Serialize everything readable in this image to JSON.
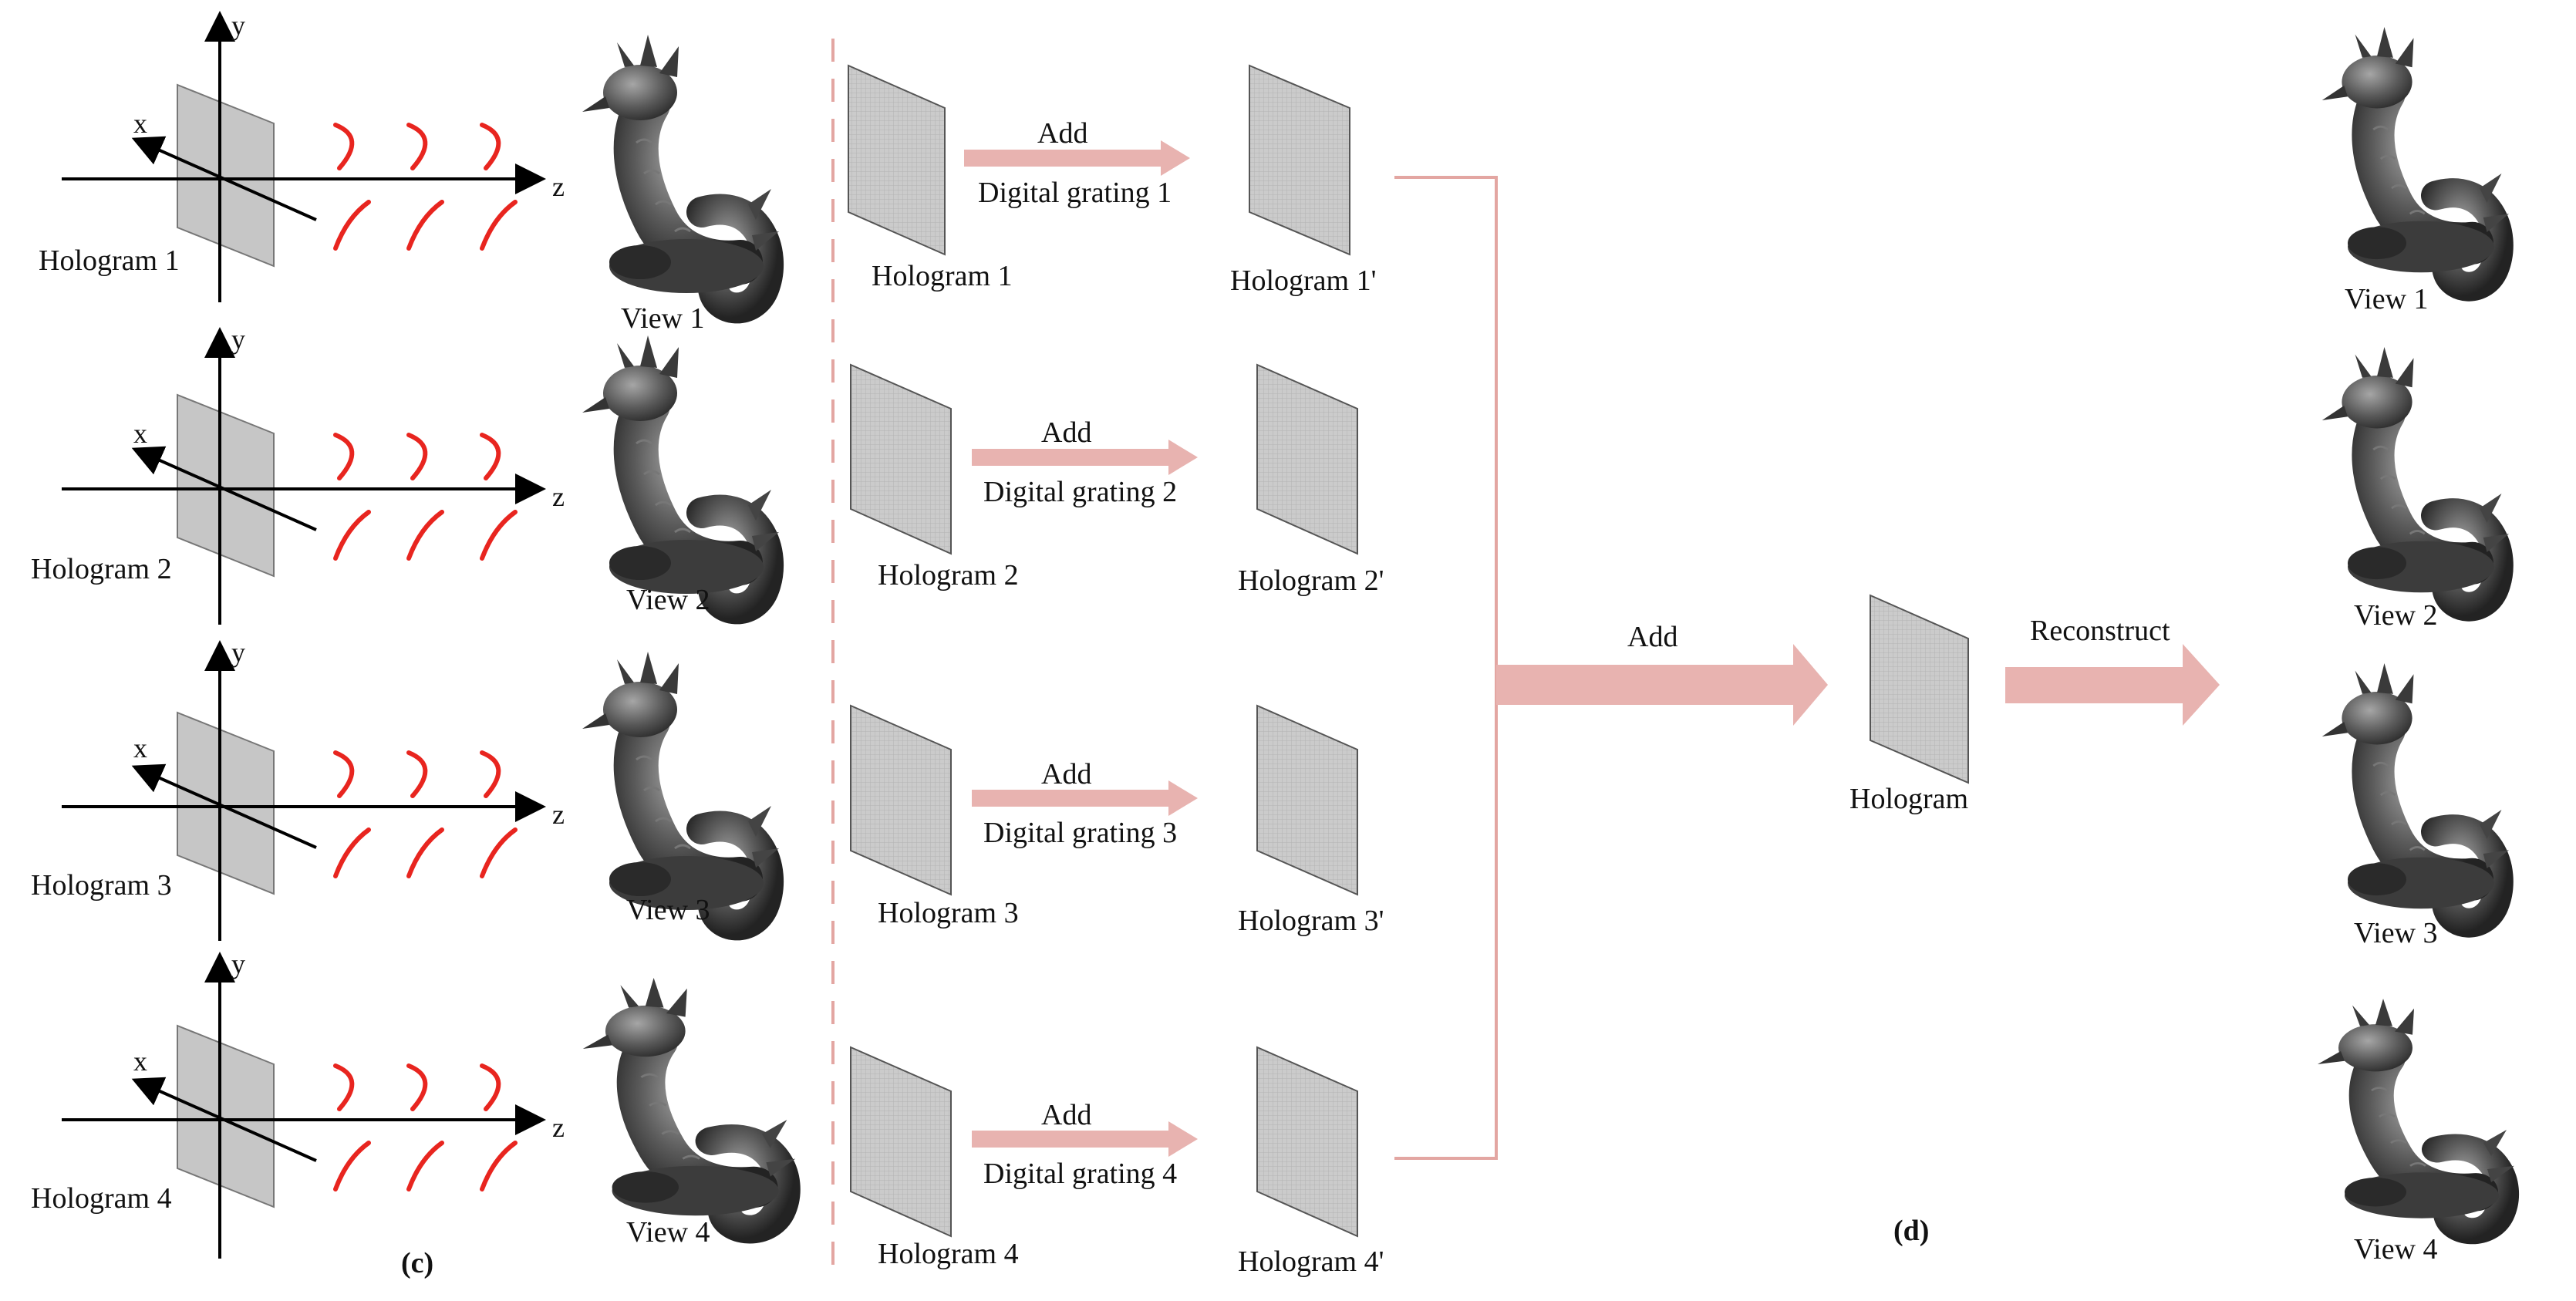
{
  "colors": {
    "arrow_fill": "#e8b3b0",
    "connector": "#e3a6a2",
    "wave": "#e8251f",
    "plate_fill": "#c8c8c8",
    "plate_edge": "#555555",
    "axis": "#000000"
  },
  "left_panel": {
    "label": "(c)",
    "rows": [
      {
        "hologram": "Hologram 1",
        "view": "View 1",
        "axis_x": "x",
        "axis_y": "y",
        "axis_z": "z"
      },
      {
        "hologram": "Hologram 2",
        "view": "View 2",
        "axis_x": "x",
        "axis_y": "y",
        "axis_z": "z"
      },
      {
        "hologram": "Hologram 3",
        "view": "View 3",
        "axis_x": "x",
        "axis_y": "y",
        "axis_z": "z"
      },
      {
        "hologram": "Hologram 4",
        "view": "View 4",
        "axis_x": "x",
        "axis_y": "y",
        "axis_z": "z"
      }
    ]
  },
  "middle_panel": {
    "rows": [
      {
        "input": "Hologram 1",
        "op": "Add",
        "grating": "Digital grating 1",
        "output": "Hologram 1'"
      },
      {
        "input": "Hologram 2",
        "op": "Add",
        "grating": "Digital grating 2",
        "output": "Hologram 2'"
      },
      {
        "input": "Hologram 3",
        "op": "Add",
        "grating": "Digital grating 3",
        "output": "Hologram 3'"
      },
      {
        "input": "Hologram 4",
        "op": "Add",
        "grating": "Digital grating 4",
        "output": "Hologram 4'"
      }
    ]
  },
  "right_panel": {
    "label": "(d)",
    "add_label": "Add",
    "hologram_label": "Hologram",
    "reconstruct_label": "Reconstruct",
    "views": [
      "View 1",
      "View 2",
      "View 3",
      "View 4"
    ]
  }
}
